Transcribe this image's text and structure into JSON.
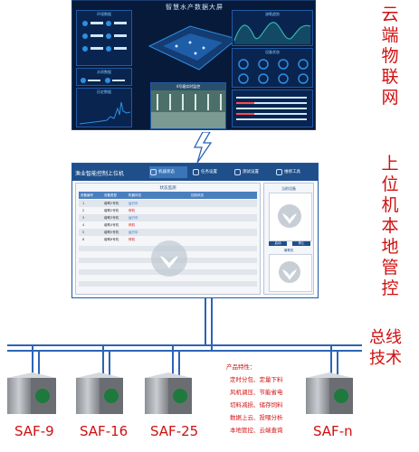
{
  "dashboard": {
    "title": "智慧水产数据大屏",
    "panels": {
      "env": "环境数据",
      "water": "水质数据",
      "trend": "溶氧趋势",
      "devices": "设备状态",
      "history": "历史数据",
      "video": "4号塘实时监控"
    }
  },
  "host": {
    "title": "渔业智能控制上位机",
    "nav": [
      "机器状态",
      "任务设置",
      "测试设置",
      "维修工具"
    ],
    "table_title": "状态监测",
    "columns": [
      "设备编号",
      "设备类型",
      "机器状态",
      "控制状态"
    ],
    "rows": [
      {
        "id": "1",
        "type": "增氧2号机",
        "status": "运行中",
        "color": "#1f6fd1"
      },
      {
        "id": "2",
        "type": "增氧2号机",
        "status": "停机",
        "color": "#d01010"
      },
      {
        "id": "3",
        "type": "增氧3号机",
        "status": "运行中",
        "color": "#1f6fd1"
      },
      {
        "id": "4",
        "type": "增氧4号机",
        "status": "停机",
        "color": "#d01010"
      },
      {
        "id": "5",
        "type": "增氧5号机",
        "status": "运行中",
        "color": "#1f6fd1"
      },
      {
        "id": "6",
        "type": "增氧6号机",
        "status": "停机",
        "color": "#d01010"
      }
    ],
    "side_title": "当前设备",
    "side_sub": "增氧机",
    "side_btn_a": "启动",
    "side_btn_b": "停止"
  },
  "labels": {
    "cloud": [
      "云",
      "端",
      "物",
      "联",
      "网"
    ],
    "local": [
      "上",
      "位",
      "机",
      "本",
      "地",
      "管",
      "控"
    ],
    "bus": [
      "总",
      "线"
    ],
    "bus2": [
      "技",
      "术"
    ]
  },
  "devices": [
    "SAF-9",
    "SAF-16",
    "SAF-25",
    "SAF-n"
  ],
  "features": {
    "title": "产品特性：",
    "lines": [
      "定时分包、定量下料",
      "风机调压、节能省电",
      "切料减损、储存饲料",
      "数据上云、投喂分析",
      "本地管控、云端查询"
    ]
  },
  "colors": {
    "accent_red": "#d01010",
    "bus_blue": "#2e64b5",
    "dash_bg": "#071a3a"
  }
}
